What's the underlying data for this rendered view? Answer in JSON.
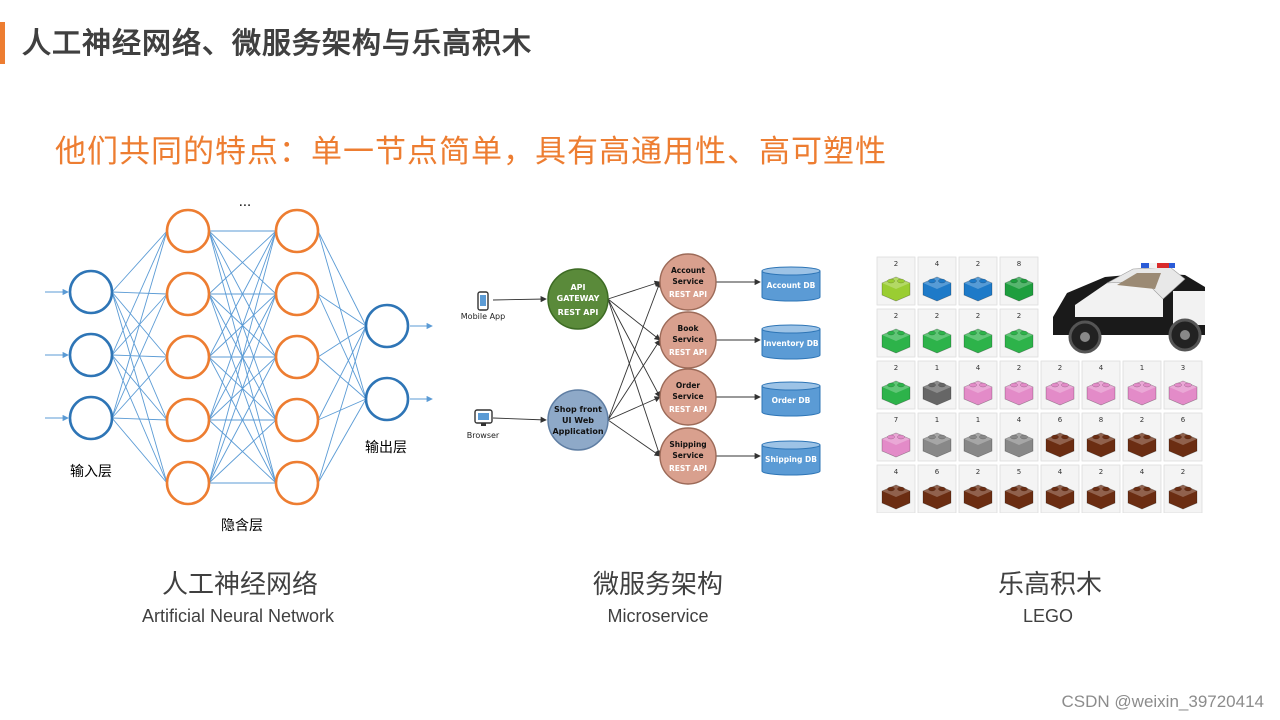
{
  "slide": {
    "title": "人工神经网络、微服务架构与乐高积木",
    "subtitle": "他们共同的特点：单一节点简单，具有高通用性、高可塑性",
    "watermark": "CSDN @weixin_39720414"
  },
  "neural_network": {
    "ellipsis": "...",
    "input_label": "输入层",
    "hidden_label": "隐含层",
    "output_label": "输出层",
    "input_count": 3,
    "hidden_layer_size": 5,
    "hidden_layer_count": 2,
    "output_count": 2,
    "colors": {
      "input": "#2e75b6",
      "hidden": "#ed7d31",
      "edge": "#5b9bd5"
    },
    "caption_zh": "人工神经网络",
    "caption_en": "Artificial Neural Network"
  },
  "microservice": {
    "clients": [
      {
        "label": "Mobile App",
        "icon": "mobile-phone-icon"
      },
      {
        "label": "Browser",
        "icon": "monitor-icon"
      }
    ],
    "gateway": {
      "lines": [
        "API",
        "GATEWAY",
        "REST API"
      ],
      "color": "#5a8a3a"
    },
    "web_app": {
      "lines": [
        "Shop front",
        "UI Web",
        "Application"
      ],
      "color": "#8ea9c8"
    },
    "services": [
      {
        "lines": [
          "Account",
          "Service",
          "REST API"
        ]
      },
      {
        "lines": [
          "Book",
          "Service",
          "REST API"
        ]
      },
      {
        "lines": [
          "Order",
          "Service",
          "REST API"
        ]
      },
      {
        "lines": [
          "Shipping",
          "Service",
          "REST API"
        ]
      }
    ],
    "service_color": "#d9a08e",
    "databases": [
      "Account DB",
      "Inventory DB",
      "Order DB",
      "Shipping DB"
    ],
    "db_color": "#5b9bd5",
    "caption_zh": "微服务架构",
    "caption_en": "Microservice"
  },
  "lego": {
    "bricks": [
      {
        "count": "2",
        "color": "#9acd32"
      },
      {
        "count": "4",
        "color": "#1e7ac8"
      },
      {
        "count": "2",
        "color": "#1e7ac8"
      },
      {
        "count": "8",
        "color": "#1e9e3e"
      },
      {
        "count": "2",
        "color": "#2db34a"
      },
      {
        "count": "2",
        "color": "#2db34a"
      },
      {
        "count": "2",
        "color": "#2db34a"
      },
      {
        "count": "2",
        "color": "#2db34a"
      },
      {
        "count": "2",
        "color": "#2db34a"
      },
      {
        "count": "1",
        "color": "#666666"
      },
      {
        "count": "4",
        "color": "#e38bc8"
      },
      {
        "count": "2",
        "color": "#e38bc8"
      },
      {
        "count": "2",
        "color": "#e38bc8"
      },
      {
        "count": "4",
        "color": "#e38bc8"
      },
      {
        "count": "1",
        "color": "#e38bc8"
      },
      {
        "count": "3",
        "color": "#e38bc8"
      },
      {
        "count": "7",
        "color": "#e38bc8"
      },
      {
        "count": "1",
        "color": "#888888"
      },
      {
        "count": "1",
        "color": "#888888"
      },
      {
        "count": "4",
        "color": "#888888"
      },
      {
        "count": "6",
        "color": "#6b2d12"
      },
      {
        "count": "8",
        "color": "#6b2d12"
      },
      {
        "count": "2",
        "color": "#6b2d12"
      },
      {
        "count": "6",
        "color": "#6b2d12"
      },
      {
        "count": "4",
        "color": "#6b2d12"
      },
      {
        "count": "6",
        "color": "#6b2d12"
      },
      {
        "count": "2",
        "color": "#6b2d12"
      },
      {
        "count": "5",
        "color": "#6b2d12"
      },
      {
        "count": "4",
        "color": "#6b2d12"
      },
      {
        "count": "2",
        "color": "#6b2d12"
      },
      {
        "count": "4",
        "color": "#6b2d12"
      },
      {
        "count": "2",
        "color": "#6b2d12"
      }
    ],
    "car_icon": "lego-police-car-icon",
    "caption_zh": "乐高积木",
    "caption_en": "LEGO"
  }
}
